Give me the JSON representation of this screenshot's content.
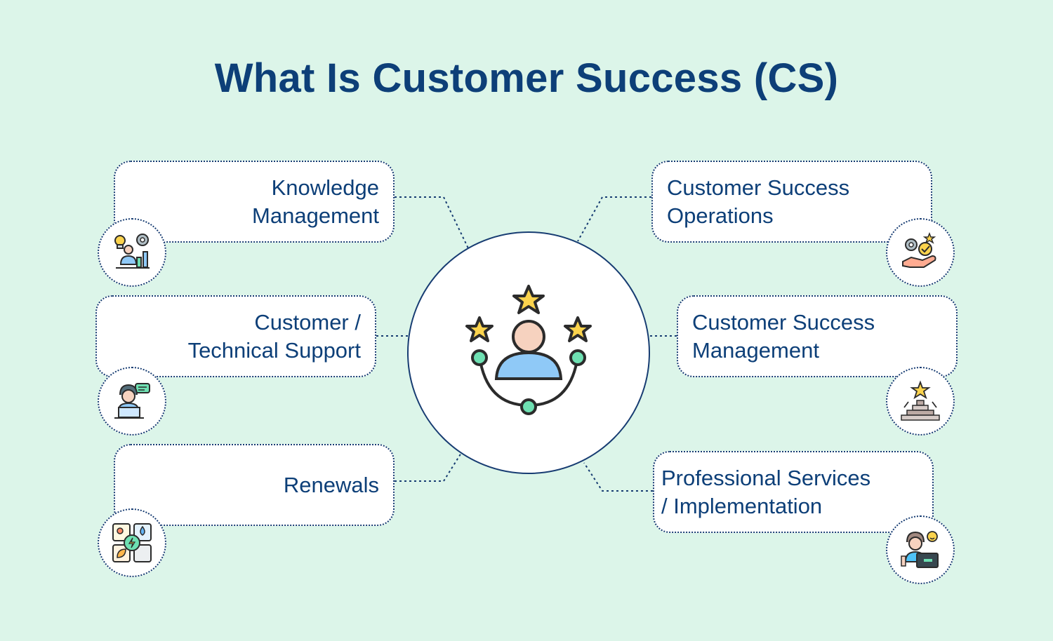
{
  "title": "What Is Customer Success (CS)",
  "items": [
    {
      "label": "Knowledge\nManagement",
      "icon": "knowledge-growth-icon"
    },
    {
      "label": "Customer /\nTechnical Support",
      "icon": "support-agent-icon"
    },
    {
      "label": "Renewals",
      "icon": "renewable-energy-icon"
    },
    {
      "label": "Customer Success\nOperations",
      "icon": "hand-gear-icon"
    },
    {
      "label": "Customer Success\nManagement",
      "icon": "star-bricks-icon"
    },
    {
      "label": "Professional Services\n/ Implementation",
      "icon": "developer-laptop-icon"
    }
  ],
  "center_icon": "customer-stars-icon",
  "colors": {
    "background": "#dcf5e9",
    "title": "#0d3f78",
    "border": "#173c72",
    "node_green": "#6ee0b2",
    "star_yellow": "#fbd34d",
    "person_blue": "#8fc9f7",
    "skin": "#f6d2bf"
  }
}
